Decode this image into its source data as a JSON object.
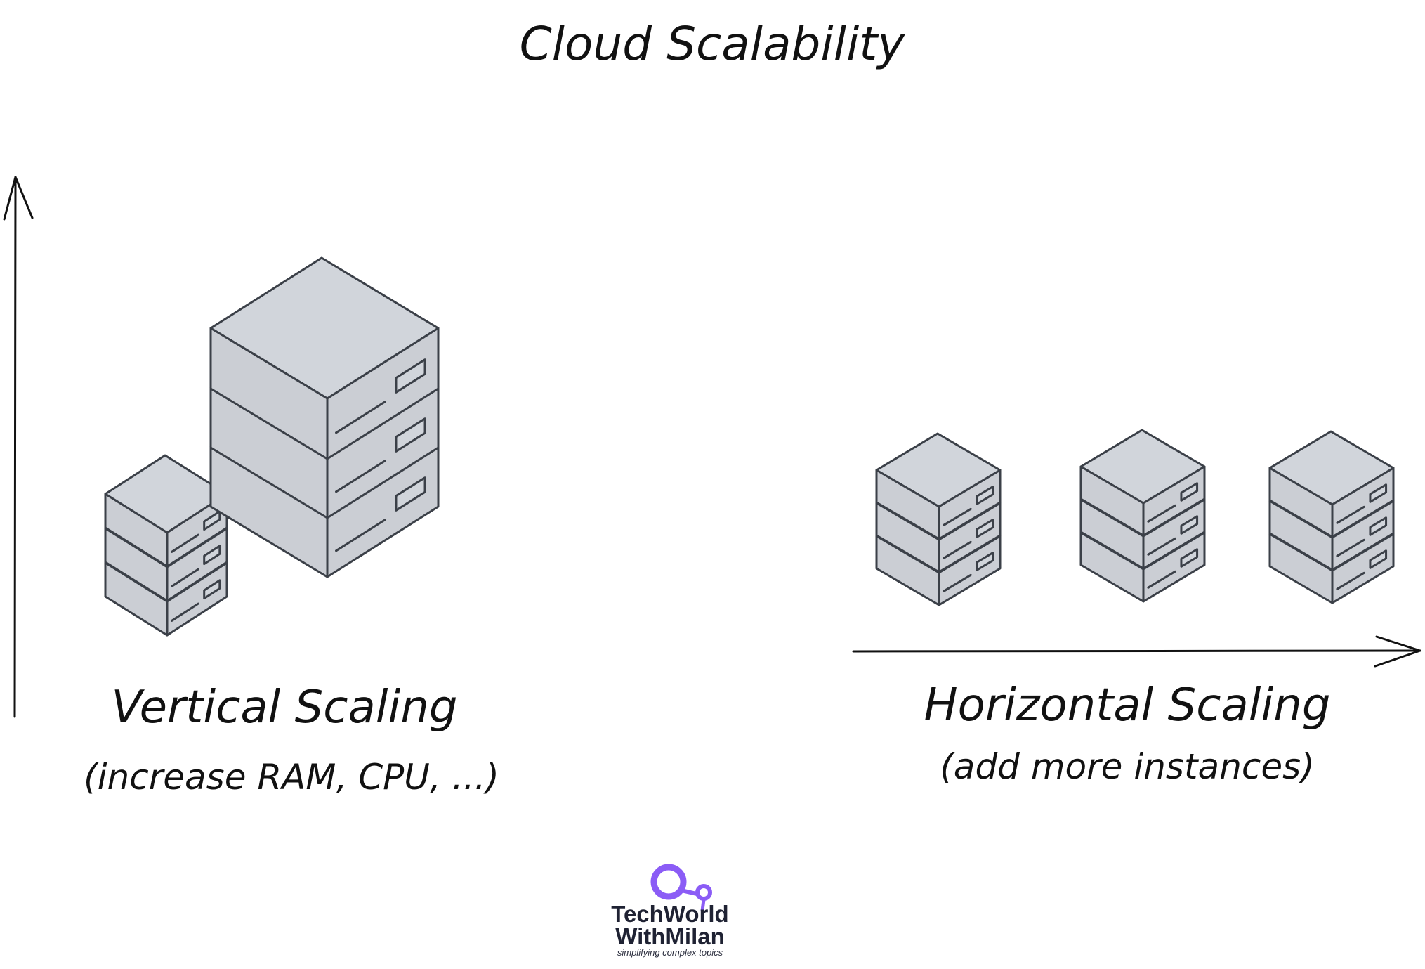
{
  "title": "Cloud Scalability",
  "vertical": {
    "label": "Vertical Scaling",
    "sublabel": "(increase RAM, CPU, ...)"
  },
  "horizontal": {
    "label": "Horizontal Scaling",
    "sublabel": "(add more instances)"
  },
  "logo": {
    "line1": "TechWorld",
    "line2": "WithMilan",
    "tagline": "simplifying complex topics",
    "accent_color": "#8b5cf6"
  },
  "colors": {
    "server_top": "#d1d5db",
    "server_side": "#cbced4",
    "server_stroke": "#3b4048",
    "ink": "#111111"
  },
  "icons": [
    "server-rack-icon",
    "arrow-up-icon",
    "arrow-right-icon",
    "logo-icon"
  ]
}
